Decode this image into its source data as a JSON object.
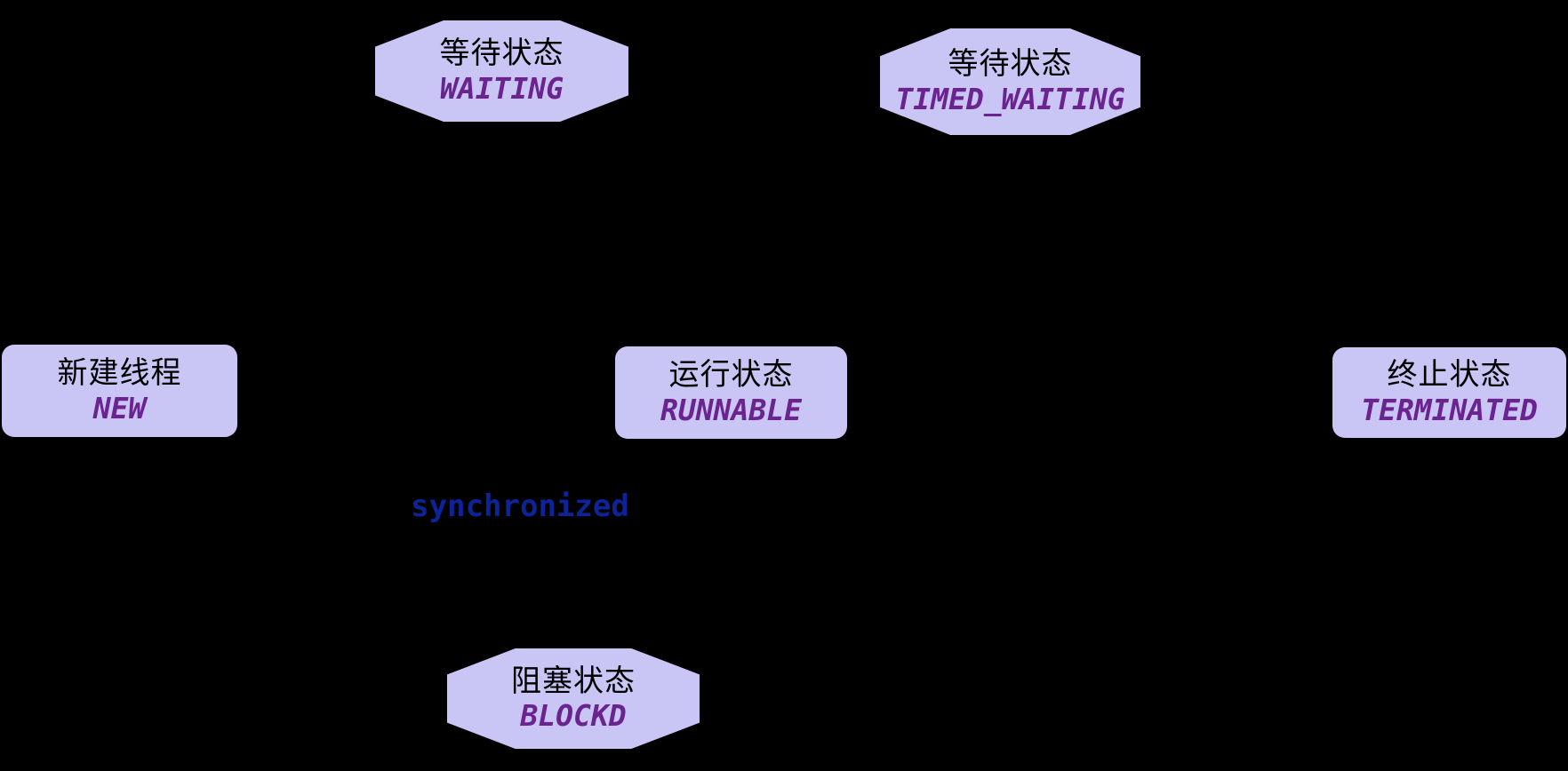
{
  "diagram": {
    "background_color": "#000000",
    "node_fill_color": "#c9c5f4",
    "chinese_text_color": "#000000",
    "state_text_color": "#6b2390",
    "edge_label_color": "#0c2498"
  },
  "nodes": {
    "waiting": {
      "shape": "octagon",
      "title_zh": "等待状态",
      "state": "WAITING"
    },
    "timed_waiting": {
      "shape": "octagon",
      "title_zh": "等待状态",
      "state": "TIMED_WAITING"
    },
    "new": {
      "shape": "rounded-rect",
      "title_zh": "新建线程",
      "state": "NEW"
    },
    "runnable": {
      "shape": "rounded-rect",
      "title_zh": "运行状态",
      "state": "RUNNABLE"
    },
    "terminated": {
      "shape": "rounded-rect",
      "title_zh": "终止状态",
      "state": "TERMINATED"
    },
    "blocked": {
      "shape": "octagon",
      "title_zh": "阻塞状态",
      "state": "BLOCKD"
    }
  },
  "labels": {
    "synchronized": "synchronized"
  }
}
